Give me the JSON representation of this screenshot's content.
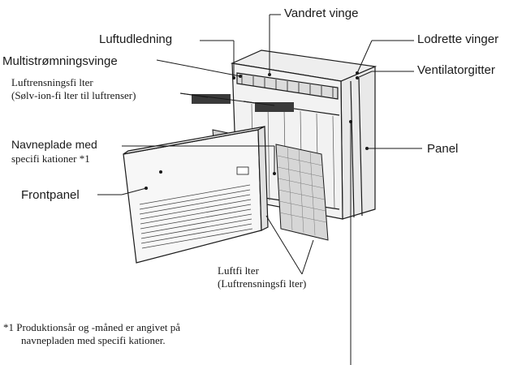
{
  "labels": {
    "horizontal_vane": "Vandret vinge",
    "air_outlet": "Luftudledning",
    "vertical_vanes": "Lodrette vinger",
    "multiflow_vane": "Multistrømningsvinge",
    "fan_grille": "Ventilatorgitter",
    "air_purifying_filter": "Luftrensningsfi lter",
    "air_purifying_filter_sub": "(Sølv-ion-fi lter til luftrenser)",
    "nameplate": "Navneplade med",
    "nameplate_sub": "specifi kationer *1",
    "panel": "Panel",
    "front_panel": "Frontpanel",
    "air_filter": "Luftfi lter",
    "air_filter_sub": "(Luftrensningsfi lter)"
  },
  "footnote": {
    "line1": "*1  Produktionsår og -måned er angivet på",
    "line2": "navnepladen med specifi kationer."
  },
  "colors": {
    "line": "#1a1a1a",
    "body": "#f4f4f4",
    "shade": "#dcdcdc",
    "filter_tag": "#3a3a3a"
  }
}
